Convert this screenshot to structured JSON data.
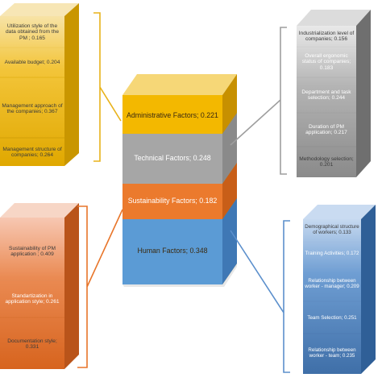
{
  "center": {
    "administrative": {
      "label": "Administrative Factors; 0.221",
      "color": "#F2B705"
    },
    "technical": {
      "label": "Technical Factors; 0.248",
      "color": "#8F8F8F"
    },
    "sustainability": {
      "label": "Sustainability Factors; 0.182",
      "color": "#E8752A"
    },
    "human": {
      "label": "Human Factors; 0.348",
      "color": "#5B9BD5"
    }
  },
  "administrative_box": {
    "color": "#F2B705",
    "items": [
      "Utilization style of the data obtained from the PM ; 0.165",
      "Available budget; 0.204",
      "Management approach of the companies; 0.367",
      "Management structure of companies; 0.264"
    ]
  },
  "technical_box": {
    "color": "#8F8F8F",
    "items": [
      "Industrialization level of companies; 0.156",
      "Overall ergonomic status of companies; 0.183",
      "Department and task selection; 0.244",
      "Duration of PM application; 0.217",
      "Methodology selection; 0.201"
    ]
  },
  "sustainability_box": {
    "color": "#E8752A",
    "items": [
      "Sustainability of PM application ; 0.409",
      "Standartization in application style; 0.261",
      "Documentation style; 0.331"
    ]
  },
  "human_box": {
    "color": "#4F81BD",
    "items": [
      "Demographical structure of workers; 0.133",
      "Training Activities; 0.172",
      "Relationship between worker - manager; 0.209",
      "Team Selection; 0.251",
      "Relationship between worker - team; 0.235"
    ]
  }
}
